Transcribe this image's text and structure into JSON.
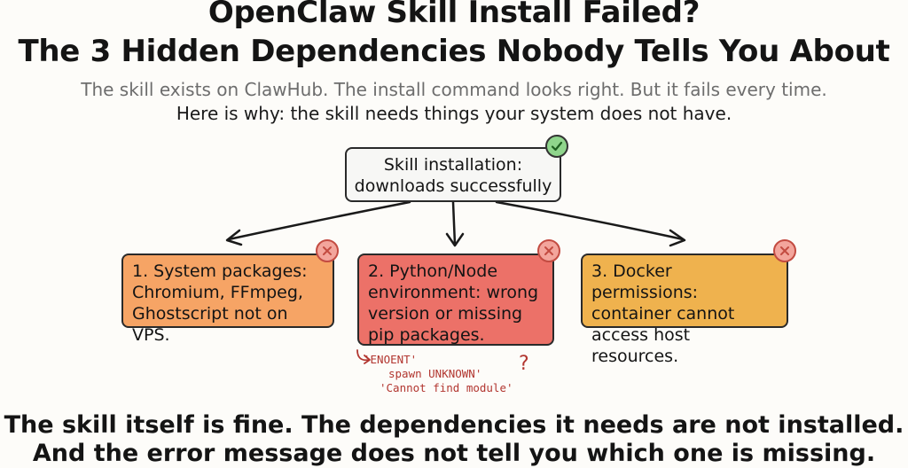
{
  "heading": {
    "line1": "OpenClaw Skill Install Failed?",
    "line2": "The 3 Hidden Dependencies Nobody Tells You About"
  },
  "subheading": {
    "line1": "The skill exists on ClawHub. The install command looks right. But it fails every time.",
    "line2": "Here is why: the skill needs things your system does not have."
  },
  "diagram": {
    "root": {
      "line1": "Skill installation:",
      "line2": "downloads successfully",
      "status_icon": "check-circle-icon",
      "status_color": "#8fd58c"
    },
    "branches": [
      {
        "lines": [
          "1. System packages:",
          "Chromium, FFmpeg,",
          "Ghostscript not on VPS."
        ],
        "color": "#f6a465",
        "status_icon": "x-circle-icon"
      },
      {
        "lines": [
          "2. Python/Node",
          "environment: wrong",
          "version or missing",
          "pip packages."
        ],
        "color": "#ec7168",
        "status_icon": "x-circle-icon"
      },
      {
        "lines": [
          "3. Docker permissions:",
          "container cannot",
          "access host resources."
        ],
        "color": "#efb24e",
        "status_icon": "x-circle-icon"
      }
    ],
    "errors": {
      "line1": "'ENOENT'",
      "line2": "spawn UNKNOWN'",
      "line3": "'Cannot find module'",
      "mark": "?"
    }
  },
  "footer": {
    "line1": "The skill itself is fine. The dependencies it needs are not installed.",
    "line2": "And the error message does not tell you which one is missing."
  }
}
